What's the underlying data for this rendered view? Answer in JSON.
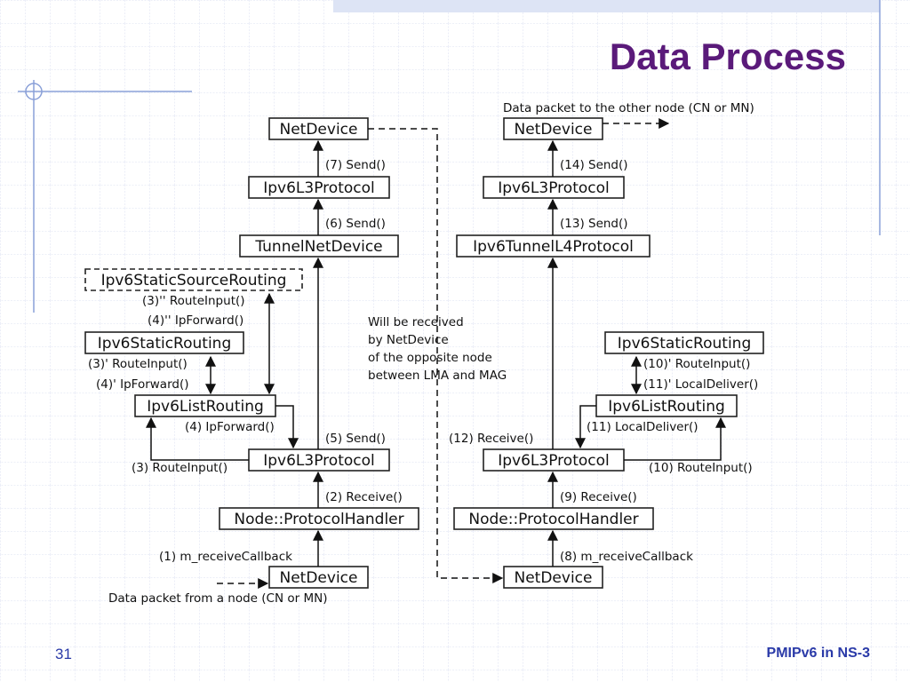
{
  "slide": {
    "title": "Data Process",
    "number": "31",
    "footer": "PMIPv6 in NS-3"
  },
  "left": {
    "netdevice_top": "NetDevice",
    "l3_top": "Ipv6L3Protocol",
    "tunnel": "TunnelNetDevice",
    "source_routing": "Ipv6StaticSourceRouting",
    "static_routing": "Ipv6StaticRouting",
    "list_routing": "Ipv6ListRouting",
    "l3_bottom": "Ipv6L3Protocol",
    "handler": "Node::ProtocolHandler",
    "netdevice_bottom": "NetDevice",
    "send7": "(7) Send()",
    "send6": "(6) Send()",
    "routeinput3pp": "(3)'' RouteInput()",
    "ipforward4pp": "(4)'' IpForward()",
    "routeinput3p": "(3)' RouteInput()",
    "ipforward4p": "(4)' IpForward()",
    "ipforward4": "(4) IpForward()",
    "send5": "(5) Send()",
    "routeinput3": "(3) RouteInput()",
    "receive2": "(2) Receive()",
    "callback1": "(1) m_receiveCallback",
    "from_node": "Data packet from a node (CN or MN)"
  },
  "middle": {
    "note": [
      "Will be received",
      "by NetDevice",
      "of the opposite node",
      "between LMA and MAG"
    ]
  },
  "right": {
    "to_node": "Data packet to the other node (CN or MN)",
    "netdevice_top": "NetDevice",
    "l3_top": "Ipv6L3Protocol",
    "tunnel_l4": "Ipv6TunnelL4Protocol",
    "static_routing": "Ipv6StaticRouting",
    "list_routing": "Ipv6ListRouting",
    "l3_bottom": "Ipv6L3Protocol",
    "handler": "Node::ProtocolHandler",
    "netdevice_bottom": "NetDevice",
    "send14": "(14) Send()",
    "send13": "(13) Send()",
    "routeinput10p": "(10)' RouteInput()",
    "localdeliver11p": "(11)' LocalDeliver()",
    "receive12": "(12) Receive()",
    "localdeliver11": "(11) LocalDeliver()",
    "routeinput10": "(10) RouteInput()",
    "receive9": "(9) Receive()",
    "callback8": "(8) m_receiveCallback"
  }
}
